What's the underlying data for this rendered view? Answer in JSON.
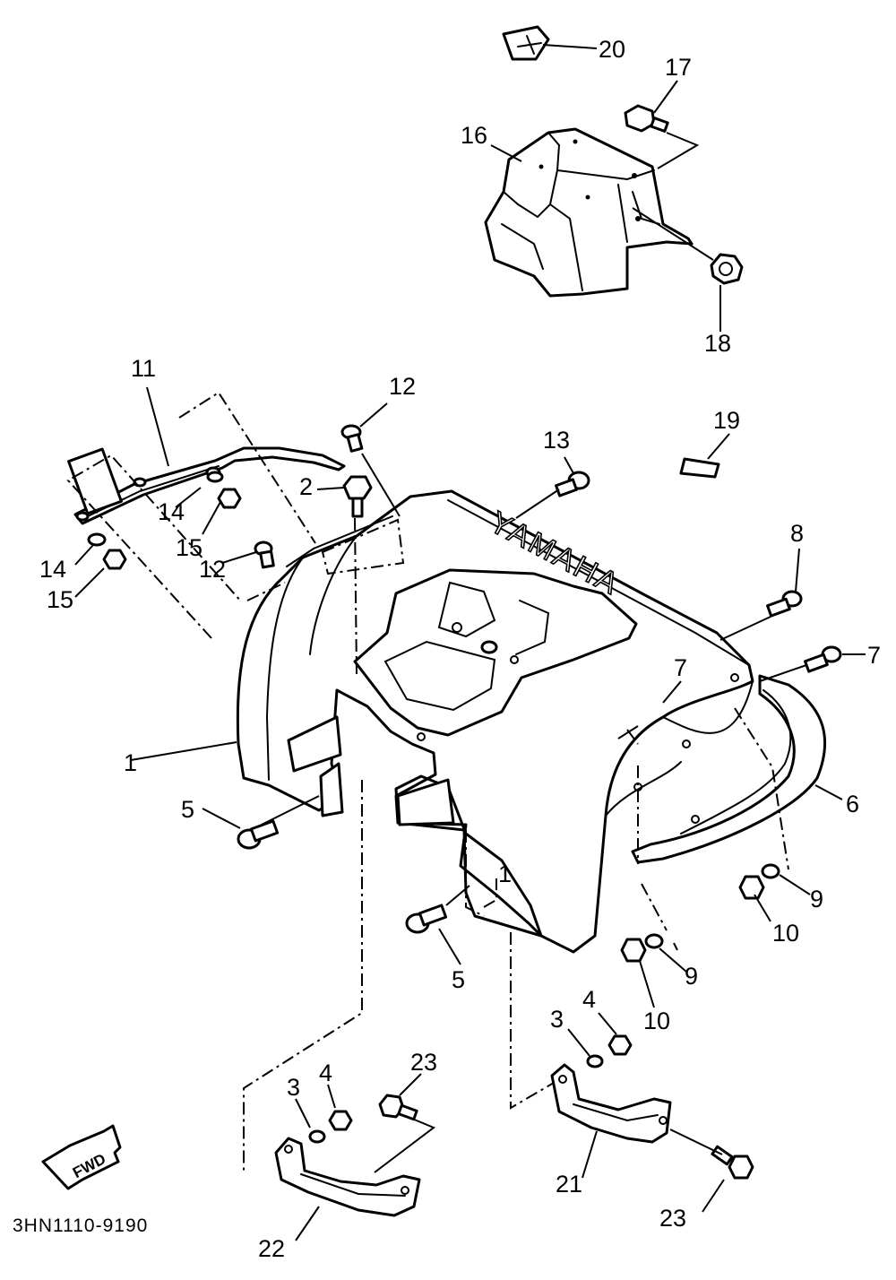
{
  "diagram_code": "3HN1110-9190",
  "brand_text": "YAMAHA",
  "fwd_label": "FWD",
  "parts": {
    "p1": "1",
    "p1b": "1",
    "p2": "2",
    "p3a": "3",
    "p3b": "3",
    "p4a": "4",
    "p4b": "4",
    "p5a": "5",
    "p5b": "5",
    "p6": "6",
    "p7a": "7",
    "p7b": "7",
    "p8": "8",
    "p9a": "9",
    "p9b": "9",
    "p10a": "10",
    "p10b": "10",
    "p11": "11",
    "p12a": "12",
    "p12b": "12",
    "p13": "13",
    "p14a": "14",
    "p14b": "14",
    "p15a": "15",
    "p15b": "15",
    "p16": "16",
    "p17": "17",
    "p18": "18",
    "p19": "19",
    "p20": "20",
    "p21": "21",
    "p22": "22",
    "p23a": "23",
    "p23b": "23"
  }
}
